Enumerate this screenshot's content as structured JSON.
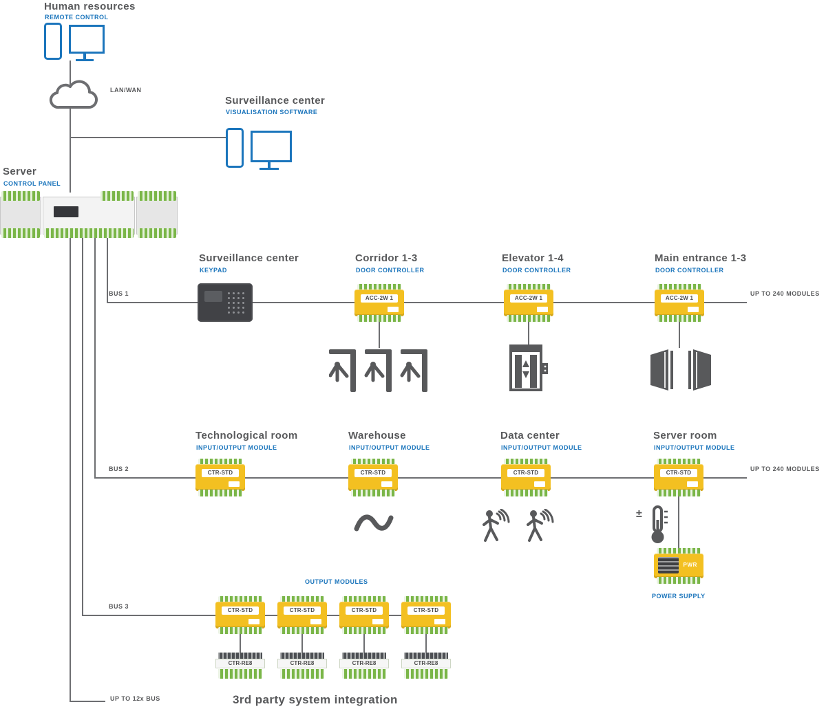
{
  "palette": {
    "ink": "#58595b",
    "accent_blue": "#1b75bc",
    "module_yellow": "#f3c021",
    "terminal_green": "#7ab648",
    "line_gray": "#6d6e71",
    "keypad_dark": "#414246"
  },
  "human_resources": {
    "title": "Human resources",
    "subtitle": "REMOTE CONTROL"
  },
  "network": {
    "label": "LAN/WAN"
  },
  "surveillance_top": {
    "title": "Surveillance center",
    "subtitle": "VISUALISATION SOFTWARE"
  },
  "server": {
    "title": "Server",
    "subtitle": "CONTROL PANEL"
  },
  "bus1": {
    "label": "BUS 1",
    "limit": "UP TO 240 MODULES",
    "keypad": {
      "title": "Surveillance center",
      "subtitle": "KEYPAD"
    },
    "devices": [
      {
        "title": "Corridor 1-3",
        "subtitle": "DOOR CONTROLLER",
        "module": "ACC-2W 1"
      },
      {
        "title": "Elevator 1-4",
        "subtitle": "DOOR CONTROLLER",
        "module": "ACC-2W 1"
      },
      {
        "title": "Main entrance 1-3",
        "subtitle": "DOOR CONTROLLER",
        "module": "ACC-2W 1"
      }
    ]
  },
  "bus2": {
    "label": "BUS 2",
    "limit": "UP TO 240 MODULES",
    "devices": [
      {
        "title": "Technological room",
        "subtitle": "INPUT/OUTPUT MODULE",
        "module": "CTR-STD"
      },
      {
        "title": "Warehouse",
        "subtitle": "INPUT/OUTPUT MODULE",
        "module": "CTR-STD"
      },
      {
        "title": "Data center",
        "subtitle": "INPUT/OUTPUT MODULE",
        "module": "CTR-STD"
      },
      {
        "title": "Server room",
        "subtitle": "INPUT/OUTPUT MODULE",
        "module": "CTR-STD"
      }
    ],
    "power_supply": {
      "module": "PWR",
      "label": "POWER SUPPLY"
    }
  },
  "bus3": {
    "label": "BUS 3",
    "group_label": "OUTPUT MODULES",
    "modules": [
      "CTR-STD",
      "CTR-STD",
      "CTR-STD",
      "CTR-STD"
    ],
    "relays": [
      "CTR-RE8",
      "CTR-RE8",
      "CTR-RE8",
      "CTR-RE8"
    ]
  },
  "footer": {
    "limit": "UP TO 12x BUS",
    "title": "3rd party system integration"
  },
  "icons": {
    "plus_minus": "±"
  }
}
